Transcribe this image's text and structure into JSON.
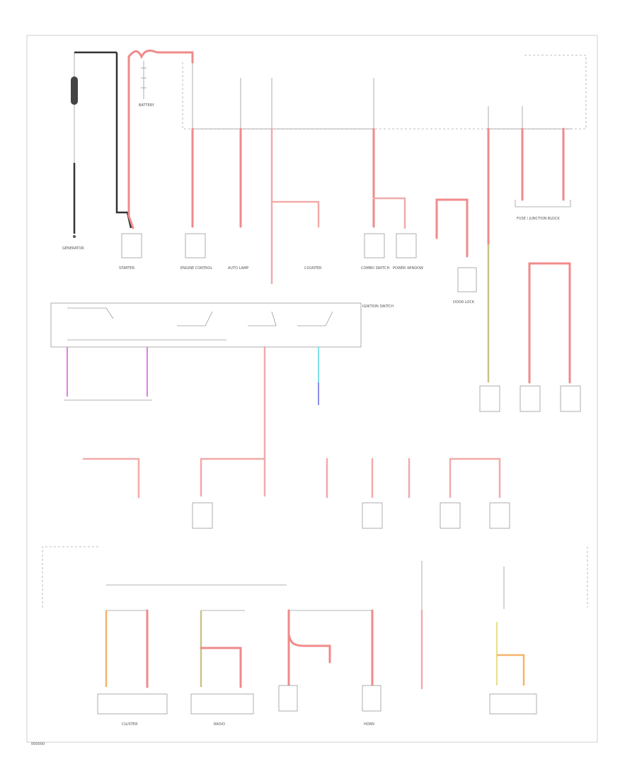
{
  "diagram": {
    "footer": "000000",
    "components": {
      "generator": "GENERATOR",
      "starter": "STARTER",
      "battery": "BATTERY",
      "engine_control": "ENGINE CONTROL",
      "auto_lamp": "AUTO LAMP",
      "counter_box": "COUNTER",
      "combo_switch": "COMBO SWITCH",
      "power_window": "POWER WINDOW",
      "door_lock": "DOOR LOCK",
      "fuse_junction": "FUSE / JUNCTION BLOCK",
      "ignition_switch": "IGNITION SWITCH",
      "cluster": "CLUSTER",
      "radio": "RADIO",
      "horn": "HORN"
    }
  }
}
